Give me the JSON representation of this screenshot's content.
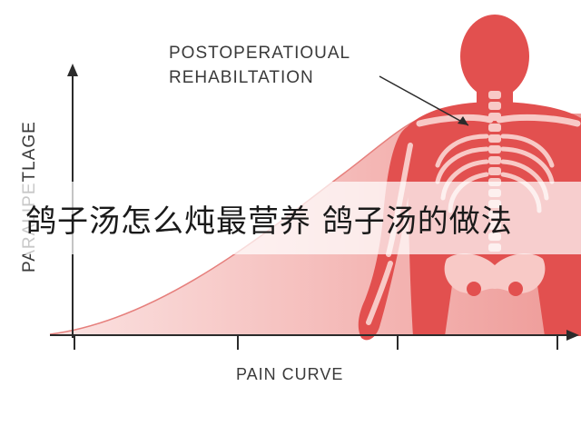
{
  "figure": {
    "annotation_line1": "POSTOPERATIOUAL",
    "annotation_line2": "REHABILTATION",
    "y_axis_label": "PARALIPETLAGE",
    "x_axis_label": "PAIN CURVE",
    "colors": {
      "curve_fill": "#f4b7b5",
      "body_fill": "#e2504f",
      "bone": "#f8c9c6",
      "axis": "#2b2b2b"
    }
  },
  "banner": {
    "title": "鸽子汤怎么炖最营养 鸽子汤的做法"
  }
}
